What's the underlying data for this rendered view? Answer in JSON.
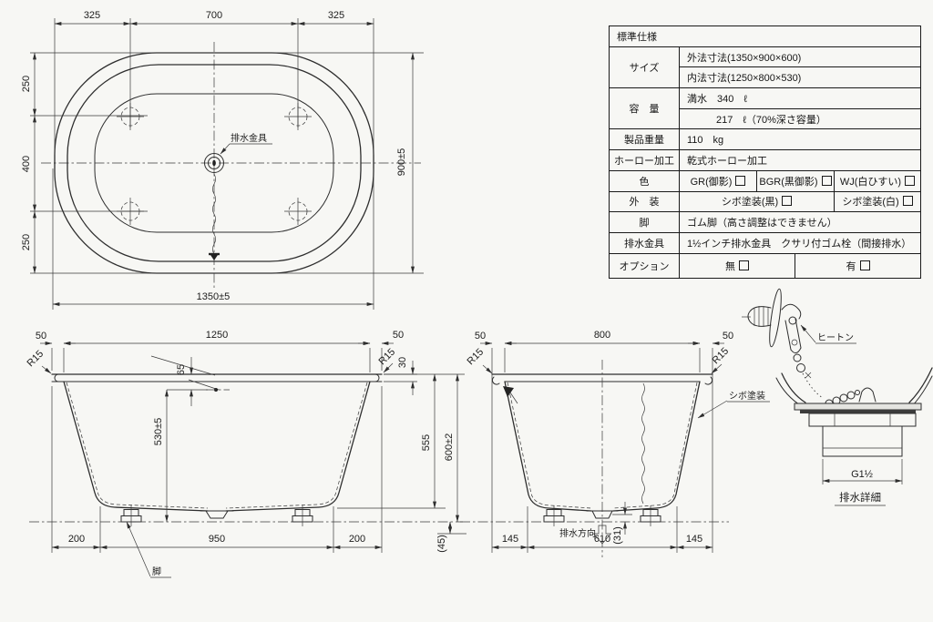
{
  "drawing": {
    "plan": {
      "d_top_l": "325",
      "d_top_m": "700",
      "d_top_r": "325",
      "d_left_t": "250",
      "d_left_m": "400",
      "d_left_b": "250",
      "d_right": "900±5",
      "d_bottom": "1350±5",
      "drain_label": "排水金具"
    },
    "side": {
      "d50l": "50",
      "d1250": "1250",
      "d50r": "50",
      "r15l": "R15",
      "r15r": "R15",
      "d30": "30",
      "d65": "65",
      "d530": "530±5",
      "d200l": "200",
      "d950": "950",
      "d200r": "200",
      "leg": "脚"
    },
    "heights": {
      "d555": "555",
      "d600": "600±2",
      "d45": "(45)"
    },
    "end": {
      "d50l": "50",
      "d800": "800",
      "d50r": "50",
      "r15l": "R15",
      "r15r": "R15",
      "texture": "シボ塗装",
      "d145l": "145",
      "d610": "610",
      "d145r": "145",
      "drain_dir": "排水方向",
      "d31": "(31)"
    },
    "detail": {
      "heaton": "ヒートン",
      "thread": "G1½",
      "title": "排水詳細"
    }
  },
  "spec_table": {
    "title": "標準仕様",
    "size_label": "サイズ",
    "size_outer": "外法寸法(1350×900×600)",
    "size_inner": "内法寸法(1250×800×530)",
    "capacity_label": "容　量",
    "capacity_full": "満水　340　ℓ",
    "capacity_70": "217　ℓ（70%深さ容量）",
    "weight_label": "製品重量",
    "weight_value": "110　kg",
    "enamel_label": "ホーロー加工",
    "enamel_value": "乾式ホーロー加工",
    "color_label": "色",
    "color_gr": "GR(御影)",
    "color_bgr": "BGR(黒御影)",
    "color_wj": "WJ(白ひすい)",
    "exterior_label": "外　装",
    "exterior_black": "シボ塗装(黒)",
    "exterior_white": "シボ塗装(白)",
    "leg_label": "脚",
    "leg_value": "ゴム脚（高さ調整はできません）",
    "drain_label": "排水金具",
    "drain_value": "1½インチ排水金具　クサリ付ゴム栓（間接排水）"
  },
  "option_table": {
    "label": "オプション",
    "none": "無",
    "yes": "有"
  }
}
